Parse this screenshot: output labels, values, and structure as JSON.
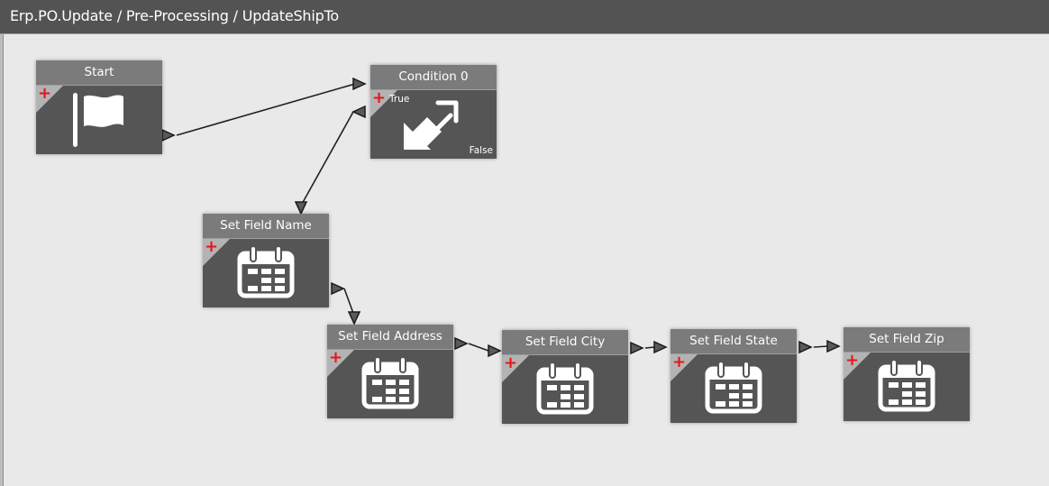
{
  "window": {
    "breadcrumb": "Erp.PO.Update / Pre-Processing / UpdateShipTo"
  },
  "colors": {
    "titlebar": "#535353",
    "canvas": "#e9e9e9",
    "node_header": "#7b7b7b",
    "node_body": "#555555",
    "add_marker": "#e4161d"
  },
  "nodes": [
    {
      "id": "start",
      "label": "Start",
      "icon": "flag-icon"
    },
    {
      "id": "condition-0",
      "label": "Condition 0",
      "icon": "condition-arrows-icon",
      "true_label": "True",
      "false_label": "False"
    },
    {
      "id": "set-field-name",
      "label": "Set Field Name",
      "icon": "calendar-icon"
    },
    {
      "id": "set-field-address",
      "label": "Set Field Address",
      "icon": "calendar-icon"
    },
    {
      "id": "set-field-city",
      "label": "Set Field City",
      "icon": "calendar-icon"
    },
    {
      "id": "set-field-state",
      "label": "Set Field State",
      "icon": "calendar-icon"
    },
    {
      "id": "set-field-zip",
      "label": "Set Field Zip",
      "icon": "calendar-icon"
    }
  ],
  "connections": [
    {
      "from": "start",
      "to": "condition-0"
    },
    {
      "from": "condition-0",
      "to": "set-field-name",
      "branch": "True"
    },
    {
      "from": "set-field-name",
      "to": "set-field-address"
    },
    {
      "from": "set-field-address",
      "to": "set-field-city"
    },
    {
      "from": "set-field-city",
      "to": "set-field-state"
    },
    {
      "from": "set-field-state",
      "to": "set-field-zip"
    }
  ]
}
